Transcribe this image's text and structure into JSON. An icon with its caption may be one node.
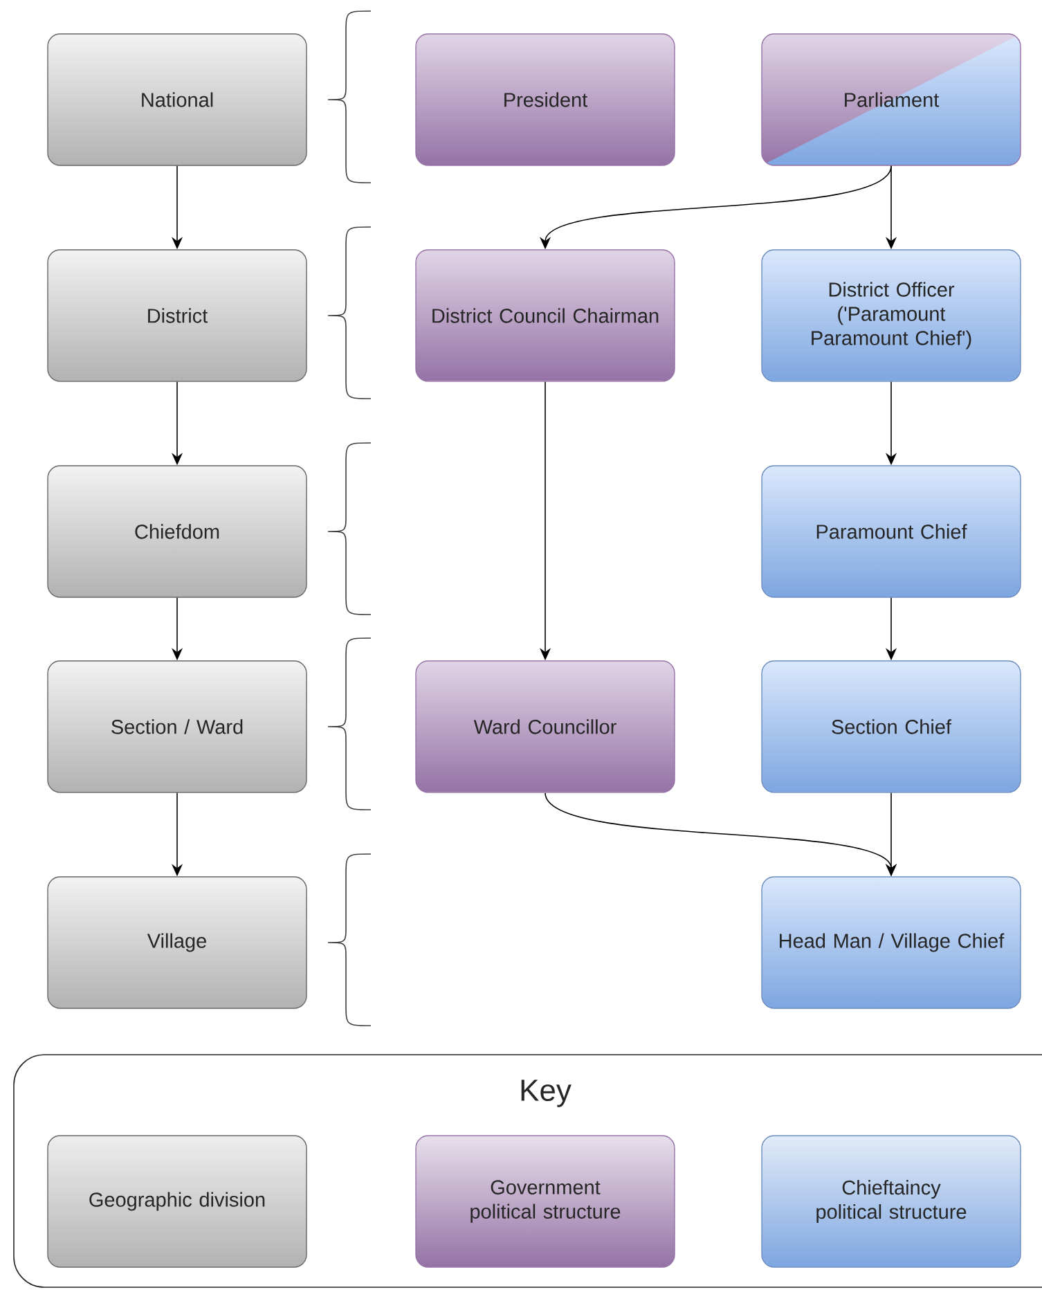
{
  "diagram": {
    "nodes": [
      {
        "text": [
          "National"
        ]
      },
      {
        "text": [
          "President"
        ]
      },
      {
        "text": [
          "Parliament"
        ]
      },
      {
        "text": [
          "District"
        ]
      },
      {
        "text": [
          "District Council Chairman"
        ]
      },
      {
        "text": [
          "District Officer ('Paramount Paramount Chief')"
        ]
      },
      {
        "text": [
          "Chiefdom"
        ]
      },
      {
        "text": [
          "Paramount Chief"
        ]
      },
      {
        "text": [
          "Section / Ward"
        ]
      },
      {
        "text": [
          "Ward Councillor"
        ]
      },
      {
        "text": [
          "Section Chief"
        ]
      },
      {
        "text": [
          "Village"
        ]
      },
      {
        "text": [
          "Head Man / Village Chief"
        ]
      }
    ],
    "edges": [
      {
        "from": 0,
        "to": 3,
        "arrow": "to"
      },
      {
        "from": 3,
        "to": 6,
        "arrow": "to"
      },
      {
        "from": 6,
        "to": 8,
        "arrow": "to"
      },
      {
        "from": 8,
        "to": 11,
        "arrow": "to"
      },
      {
        "from": 2,
        "to": 4,
        "arrow": "to"
      },
      {
        "from": 2,
        "to": 5,
        "arrow": "to"
      },
      {
        "from": 4,
        "to": 9,
        "arrow": "to"
      },
      {
        "from": 5,
        "to": 7,
        "arrow": "to"
      },
      {
        "from": 7,
        "to": 10,
        "arrow": "to"
      },
      {
        "from": 9,
        "to": 12,
        "arrow": "to"
      },
      {
        "from": 10,
        "to": 12,
        "arrow": "to"
      }
    ],
    "labels": [
      "Key"
    ],
    "legend": [
      {
        "text": "Geographic division",
        "color": "#b3b3b3"
      },
      {
        "text": "Government political structure",
        "color": "#9673a6"
      },
      {
        "text": "Chieftaincy political structure",
        "color": "#7ea6e0"
      }
    ]
  }
}
